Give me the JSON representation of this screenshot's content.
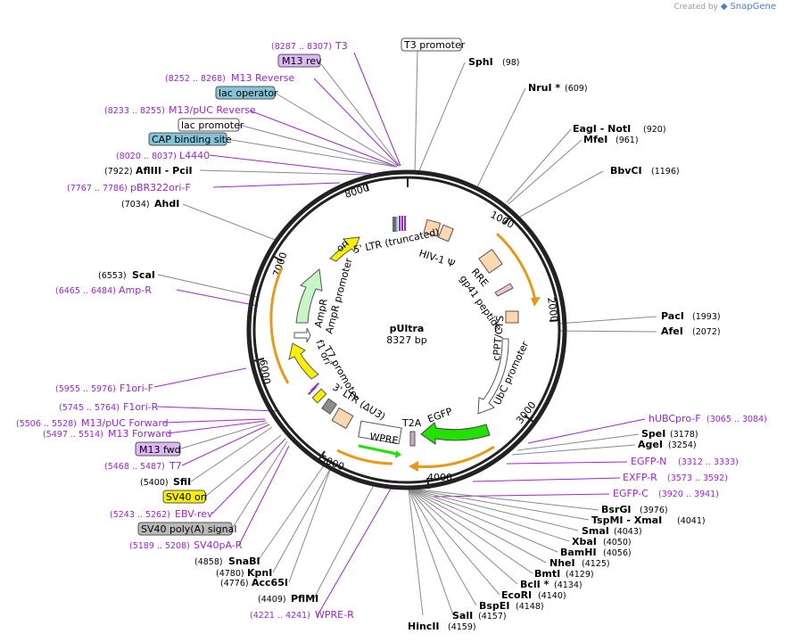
{
  "watermark": {
    "prefix": "Created by",
    "brand": "SnapGene"
  },
  "plasmid": {
    "name": "pUltra",
    "size_label": "8327 bp",
    "length": 8327
  },
  "ticks": [
    "1000",
    "2000",
    "3000",
    "4000",
    "5000",
    "6000",
    "7000",
    "8000"
  ],
  "features": {
    "ltr5": "5' LTR (truncated)",
    "hiv_psi": "HIV-1 Ψ",
    "rre": "RRE",
    "gp41": "gp41 peptide",
    "cppt": "cPPT/CTS",
    "ubc": "UbC promoter",
    "egfp": "EGFP",
    "t2a": "T2A",
    "wpre": "WPRE",
    "ltr3": "3' LTR (ΔU3)",
    "t7prom": "T7 promoter",
    "f1ori": "f1 ori",
    "ampr": "AmpR",
    "ampr_prom": "AmpR promoter",
    "ori": "ori"
  },
  "labels_left": {
    "t3_range": "(8287 .. 8307)",
    "t3": "T3",
    "m13rev": "M13 rev",
    "m13reverse_range": "(8252 .. 8268)",
    "m13reverse": "M13 Reverse",
    "lacop": "lac operator",
    "m13puc_rev_range": "(8233 .. 8255)",
    "m13puc_rev": "M13/pUC Reverse",
    "lacprom": "lac promoter",
    "cap": "CAP binding site",
    "l4440_range": "(8020 .. 8037)",
    "l4440": "L4440",
    "afliii_pos": "(7922)",
    "afliii": "AflIII  - PciI",
    "pbr_range": "(7767 .. 7786)",
    "pbr": "pBR322ori-F",
    "ahdi_pos": "(7034)",
    "ahdi": "AhdI",
    "scai_pos": "(6553)",
    "scai": "ScaI",
    "ampr_range": "(6465 .. 6484)",
    "ampr": "Amp-R",
    "f1orif_range": "(5955 .. 5976)",
    "f1orif": "F1ori-F",
    "f1orir_range": "(5745 .. 5764)",
    "f1orir": "F1ori-R",
    "m13puc_fwd_range": "(5506 .. 5528)",
    "m13puc_fwd": "M13/pUC Forward",
    "m13fwd2_range": "(5497 .. 5514)",
    "m13fwd2": "M13 Forward",
    "m13fwd": "M13 fwd",
    "t7_range": "(5468 .. 5487)",
    "t7": "T7",
    "sfii_pos": "(5400)",
    "sfii": "SfiI",
    "sv40ori": "SV40 ori",
    "ebv_range": "(5243 .. 5262)",
    "ebv": "EBV-rev",
    "sv40pa": "SV40 poly(A) signal",
    "sv40par_range": "(5189 .. 5208)",
    "sv40par": "SV40pA-R",
    "snabi_pos": "(4858)",
    "snabi": "SnaBI",
    "kpni_pos": "(4780)",
    "kpni": "KpnI",
    "acc65i_pos": "(4776)",
    "acc65i": "Acc65I",
    "pflmi_pos": "(4409)",
    "pflmi": "PflMI",
    "wprer_range": "(4221 .. 4241)",
    "wprer": "WPRE-R",
    "hincii": "HincII",
    "hincii_pos": "(4159)"
  },
  "labels_right": {
    "t3prom": "T3 promoter",
    "sphi": "SphI",
    "sphi_pos": "(98)",
    "nrui": "NruI *",
    "nrui_pos": "(609)",
    "eagi": "EagI  - NotI",
    "eagi_pos": "(920)",
    "mfei": "MfeI",
    "mfei_pos": "(961)",
    "bbvci": "BbvCI",
    "bbvci_pos": "(1196)",
    "paci": "PacI",
    "paci_pos": "(1993)",
    "afei": "AfeI",
    "afei_pos": "(2072)",
    "hubc": "hUBCpro-F",
    "hubc_range": "(3065 .. 3084)",
    "spei": "SpeI",
    "spei_pos": "(3178)",
    "agei": "AgeI",
    "agei_pos": "(3254)",
    "egfpn": "EGFP-N",
    "egfpn_range": "(3312 .. 3333)",
    "exfpr": "EXFP-R",
    "exfpr_range": "(3573 .. 3592)",
    "egfpc": "EGFP-C",
    "egfpc_range": "(3920 .. 3941)",
    "bsrgi": "BsrGI",
    "bsrgi_pos": "(3976)",
    "tspmi": "TspMI  - XmaI",
    "tspmi_pos": "(4041)",
    "smai": "SmaI",
    "smai_pos": "(4043)",
    "xbai": "XbaI",
    "xbai_pos": "(4050)",
    "bamhi": "BamHI",
    "bamhi_pos": "(4056)",
    "nhei": "NheI",
    "nhei_pos": "(4125)",
    "bmti": "BmtI",
    "bmti_pos": "(4129)",
    "bcli": "BclI *",
    "bcli_pos": "(4134)",
    "ecori": "EcoRI",
    "ecori_pos": "(4140)",
    "bspei": "BspEI",
    "bspei_pos": "(4148)",
    "sali": "SalI",
    "sali_pos": "(4157)"
  },
  "colors": {
    "backbone": "#222222",
    "enzyme_text": "#000000",
    "primer_text": "#9b27c9",
    "egfp": "#22e000",
    "ori": "#f8f000",
    "ampr": "#c8f5c8",
    "ltr": "#fbd8b0",
    "lac_box": "#84c3d8",
    "m13_box": "#dcb6f5",
    "sv40_ori_box": "#f5f000",
    "sv40pa_box": "#b9b9b9",
    "orange_arc": "#e59a1a"
  }
}
